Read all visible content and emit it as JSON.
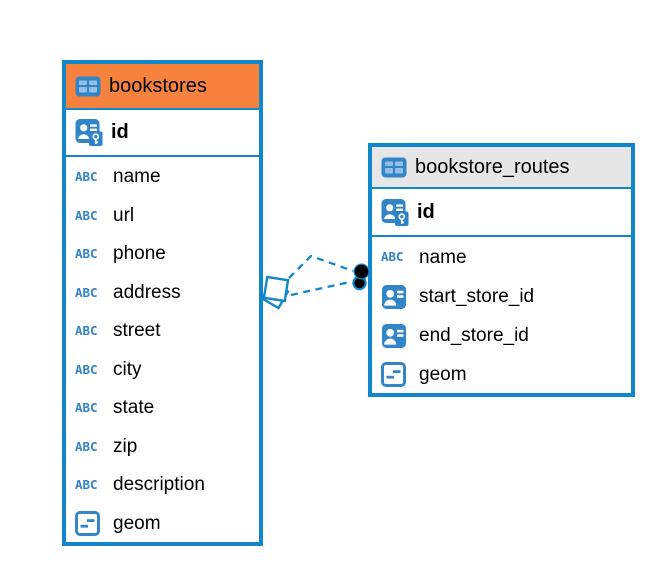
{
  "diagram": {
    "type": "database-entity-relationship",
    "tables": [
      {
        "name": "bookstores",
        "header_color": "#f6823e",
        "icon": "table-icon",
        "primary_key": {
          "name": "id",
          "icon": "primary-key-icon"
        },
        "columns": [
          {
            "name": "name",
            "icon": "text-abc-icon"
          },
          {
            "name": "url",
            "icon": "text-abc-icon"
          },
          {
            "name": "phone",
            "icon": "text-abc-icon"
          },
          {
            "name": "address",
            "icon": "text-abc-icon"
          },
          {
            "name": "street",
            "icon": "text-abc-icon"
          },
          {
            "name": "city",
            "icon": "text-abc-icon"
          },
          {
            "name": "state",
            "icon": "text-abc-icon"
          },
          {
            "name": "zip",
            "icon": "text-abc-icon"
          },
          {
            "name": "description",
            "icon": "text-abc-icon"
          },
          {
            "name": "geom",
            "icon": "geometry-icon"
          }
        ]
      },
      {
        "name": "bookstore_routes",
        "header_color": "#e6e6e6",
        "icon": "table-icon",
        "primary_key": {
          "name": "id",
          "icon": "primary-key-icon"
        },
        "columns": [
          {
            "name": "name",
            "icon": "text-abc-icon"
          },
          {
            "name": "start_store_id",
            "icon": "foreign-key-icon"
          },
          {
            "name": "end_store_id",
            "icon": "foreign-key-icon"
          },
          {
            "name": "geom",
            "icon": "geometry-icon"
          }
        ]
      }
    ],
    "relationship": {
      "from_table": "bookstores",
      "to_table": "bookstore_routes",
      "line_style": "dashed",
      "line_count": 2,
      "from_marker": "overlapping-squares-marker",
      "to_marker": "double-dot-marker"
    }
  },
  "colors": {
    "table_border": "#1187cb",
    "icon_blue": "#3285c7",
    "icon_cell_blue": "#93c0e4",
    "header_orange": "#f6823e",
    "header_gray": "#e6e6e6",
    "connector_blue": "#1187cb",
    "text": "#000000",
    "background": "#ffffff"
  }
}
